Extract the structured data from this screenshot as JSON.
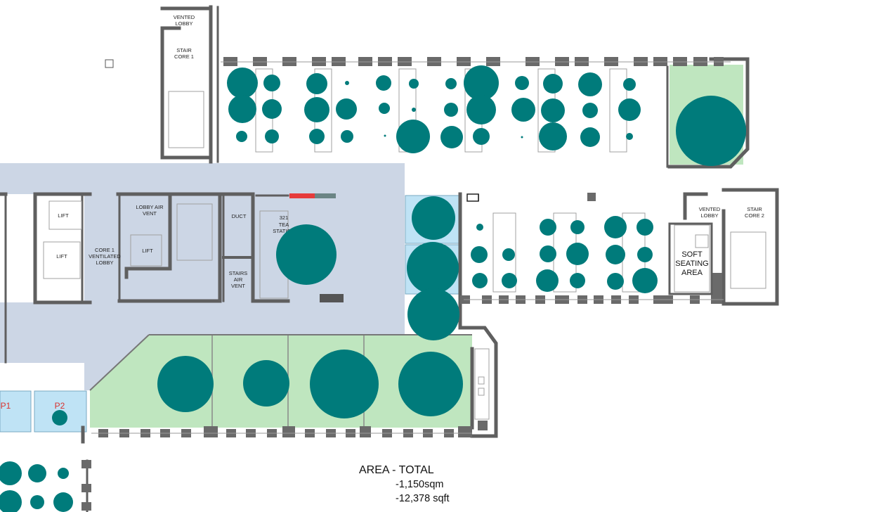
{
  "labels": {
    "vented_lobby_top": [
      "VENTED",
      "LOBBY"
    ],
    "stair_core_1": [
      "STAIR",
      "CORE 1"
    ],
    "lift_a": "LIFT",
    "lift_b": "LIFT",
    "lift_c": "LIFT",
    "lobby_air_vent": [
      "LOBBY AIR",
      "VENT"
    ],
    "core1_lobby": [
      "CORE 1",
      "VENTILATED",
      "LOBBY"
    ],
    "duct": "DUCT",
    "stairs_air_vent": [
      "STAIRS",
      "AIR",
      "VENT"
    ],
    "tea_station": [
      "TEA",
      "STATION"
    ],
    "tea_station_code": "321",
    "vented_lobby_right": [
      "VENTED",
      "LOBBY"
    ],
    "stair_core_2": [
      "STAIR",
      "CORE 2"
    ],
    "soft_seating": [
      "SOFT",
      "SEATING",
      "AREA"
    ],
    "phone_booth_1": "P1",
    "phone_booth_2": "P2"
  },
  "area_total": {
    "title": "AREA - TOTAL",
    "sqm": "-1,150sqm",
    "sqft": "-12,378 sqft"
  },
  "colors": {
    "wall": "#5f5f5f",
    "circulation": "#ccd6e5",
    "meeting_room": "#bfe6bf",
    "phone_booth": "#bfe3f5",
    "marker": "#007b7b",
    "emergency_door": "#e63b3b"
  }
}
